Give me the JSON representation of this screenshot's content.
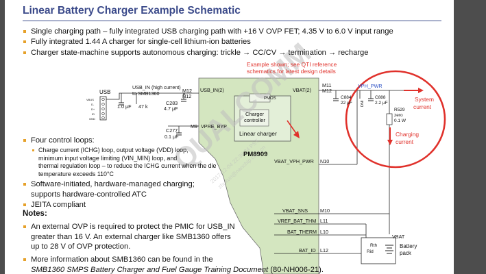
{
  "slide": {
    "title": "Linear Battery Charger Example Schematic",
    "bullets_top": [
      "Single charging path – fully integrated USB charging path with +16 V OVP FET; 4.35 V to 6.0 V input range",
      "Fully integrated 1.44 A charger for single-cell lithium-ion batteries",
      "Charger state-machine supports autonomous charging: trickle → CC/CV → termination → recharge"
    ],
    "control_loops": {
      "heading": "Four control loops:",
      "items": [
        "Charge current (ICHG) loop, output voltage (VDD) loop,",
        "minimum input voltage limiting (VIN_MIN) loop, and",
        "thermal regulation loop – to reduce the ICHG current when the die",
        "temperature exceeds 110°C"
      ]
    },
    "bullets_mid": [
      [
        "Software-initiated, hardware-managed charging;",
        "supports hardware-controlled ATC"
      ],
      [
        "JEITA compliant"
      ]
    ],
    "notes_label": "Notes:",
    "notes": [
      [
        "An external OVP is required to protect the PMIC for USB_IN",
        "greater than 16 V. An external charger like SMB1360 offers",
        "up to 28 V of OVP protection."
      ],
      [
        "More information about SMB1360 can be found in the"
      ]
    ],
    "doc_ref_title": "SMB1360 SMPS Battery Charger and Fuel Gauge Training Document",
    "doc_ref_num": " (80-NH006-21)."
  },
  "schematic": {
    "example_note": [
      "Example shown; see QTI reference",
      "schematics for latest design details"
    ],
    "usb_label": "USB",
    "usb_pins": [
      "VBUS",
      "D-",
      "D+",
      "ID",
      "GND"
    ],
    "usb_in_note": [
      "USB_IN (high current)",
      "to SMB1360"
    ],
    "cap_1": "1.0 μF",
    "res_47k": "47 k",
    "c283": [
      "C283",
      "4.7 μF"
    ],
    "c277": [
      "C277",
      "0.1 μF"
    ],
    "pins_left": [
      "M12",
      "N12",
      "M9"
    ],
    "usb_in_pin": "USB_IN(2)",
    "vpre_byp": "VPRE_BYP",
    "pmos": "PMOS",
    "charger_controller": [
      "Charger",
      "controller"
    ],
    "linear_charger": "Linear charger",
    "chip": "PM8909",
    "vbat_pin": "VBAT(2)",
    "pins_right": [
      "M11",
      "M12"
    ],
    "vbat_vph_pwr": "VBAT_VPH_PWR",
    "pin_n10": "N10",
    "vph_pwr": "VPH_PWR",
    "c884": [
      "C884",
      "22 μF"
    ],
    "c888": [
      "C888",
      "2.2 μF"
    ],
    "r529": [
      "R529",
      "zero",
      "0.1 W"
    ],
    "dnl": "DNI",
    "system_current": [
      "System",
      "current"
    ],
    "charging_current": [
      "Charging",
      "current"
    ],
    "battery_pins": [
      {
        "name": "VBAT_SNS",
        "pin": "M10"
      },
      {
        "name": "VREF_BAT_THM",
        "pin": "L11"
      },
      {
        "name": "BAT_THERM",
        "pin": "L10"
      },
      {
        "name": "BAT_ID",
        "pin": "L12"
      }
    ],
    "vbat": "VBAT",
    "rth_rid": [
      "Rth",
      "Rid"
    ],
    "battery_pack": [
      "Battery",
      "pack"
    ]
  },
  "watermark": {
    "text": "QUALCOMM",
    "sub1": "2017-12-04 22:38:24 PST",
    "sub2": "zhukun@nanchip.com.cn"
  },
  "colors": {
    "title": "#3b4a8a",
    "bullet": "#e6a12a",
    "chip_fill": "#d4e6c0",
    "annotation_red": "#e0312b",
    "net_blue": "#2a4fc4",
    "frame": "#4d4d4d"
  }
}
